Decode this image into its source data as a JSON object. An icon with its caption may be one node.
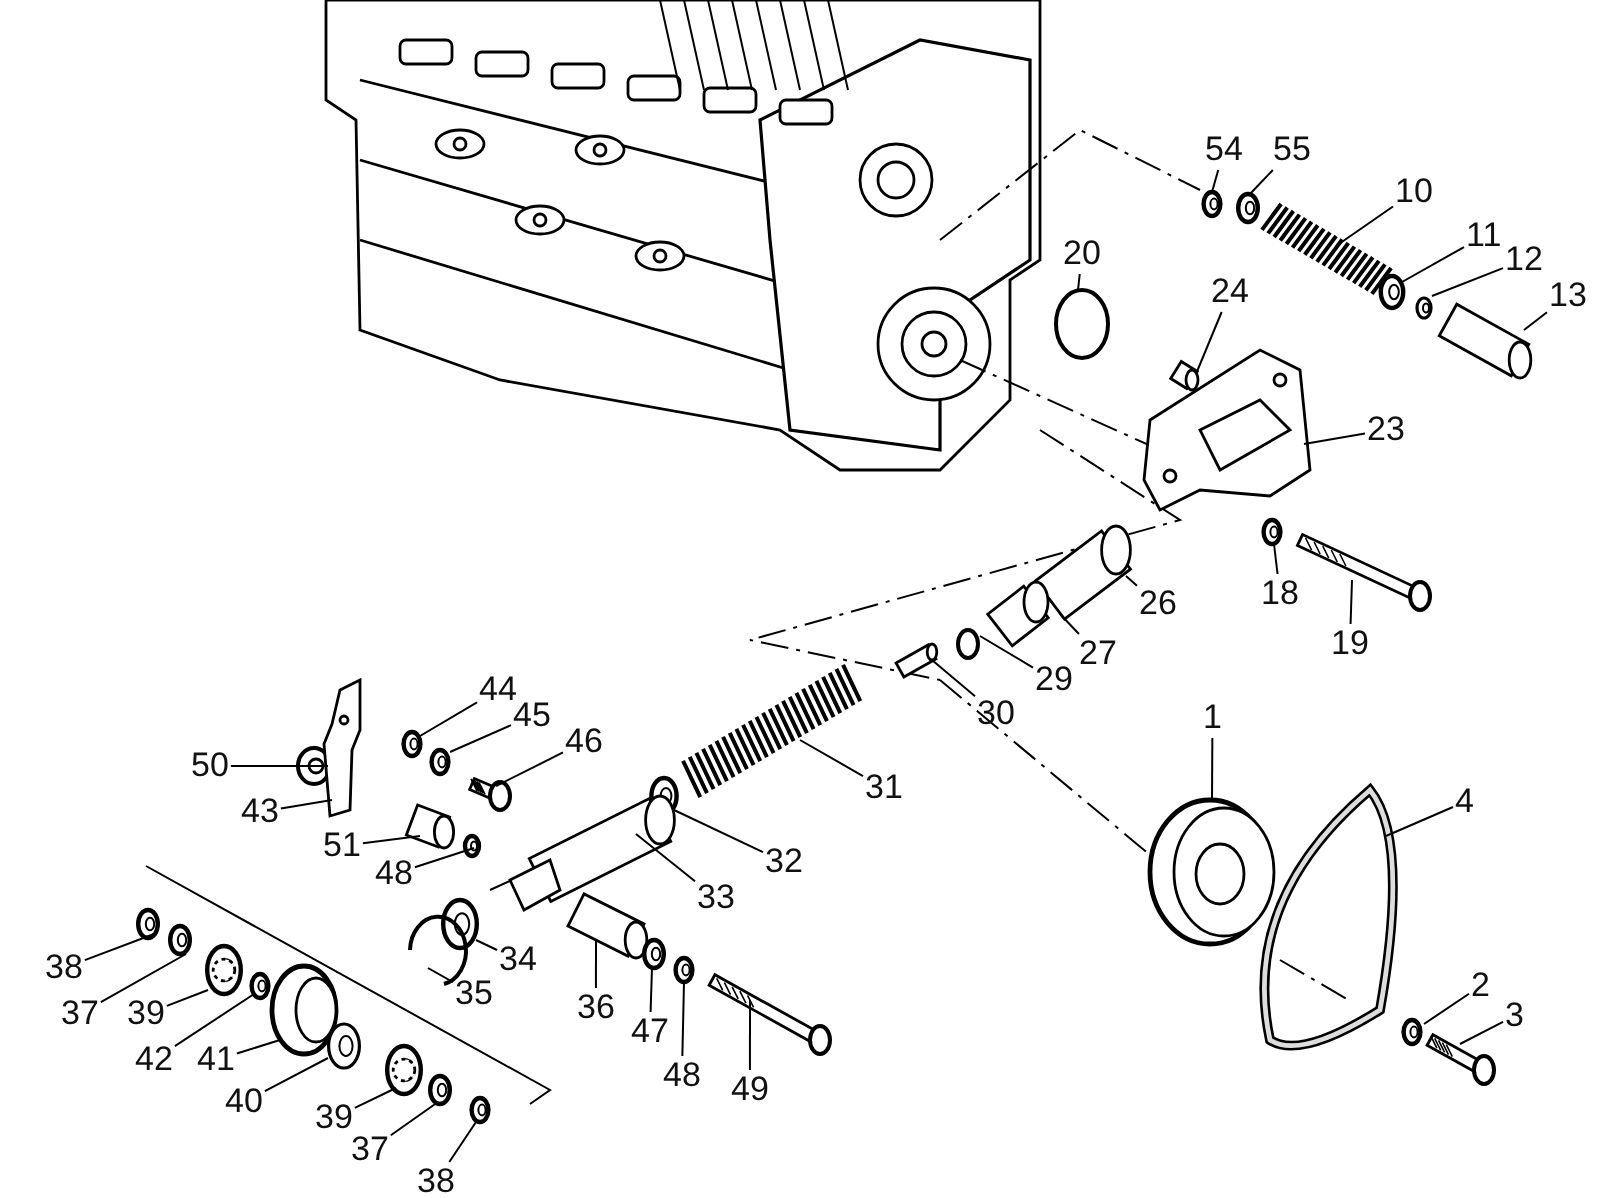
{
  "diagram": {
    "nodes": [
      {
        "text": [
          "54"
        ]
      },
      {
        "text": [
          "55"
        ]
      },
      {
        "text": [
          "10"
        ]
      },
      {
        "text": [
          "11"
        ]
      },
      {
        "text": [
          "12"
        ]
      },
      {
        "text": [
          "13"
        ]
      },
      {
        "text": [
          "20"
        ]
      },
      {
        "text": [
          "24"
        ]
      },
      {
        "text": [
          "23"
        ]
      },
      {
        "text": [
          "18"
        ]
      },
      {
        "text": [
          "26"
        ]
      },
      {
        "text": [
          "19"
        ]
      },
      {
        "text": [
          "27"
        ]
      },
      {
        "text": [
          "29"
        ]
      },
      {
        "text": [
          "44"
        ]
      },
      {
        "text": [
          "30"
        ]
      },
      {
        "text": [
          "45"
        ]
      },
      {
        "text": [
          "1"
        ]
      },
      {
        "text": [
          "46"
        ]
      },
      {
        "text": [
          "50"
        ]
      },
      {
        "text": [
          "31"
        ]
      },
      {
        "text": [
          "4"
        ]
      },
      {
        "text": [
          "43"
        ]
      },
      {
        "text": [
          "51"
        ]
      },
      {
        "text": [
          "32"
        ]
      },
      {
        "text": [
          "48"
        ]
      },
      {
        "text": [
          "33"
        ]
      },
      {
        "text": [
          "34"
        ]
      },
      {
        "text": [
          "38"
        ]
      },
      {
        "text": [
          "35"
        ]
      },
      {
        "text": [
          "2"
        ]
      },
      {
        "text": [
          "36"
        ]
      },
      {
        "text": [
          "37"
        ]
      },
      {
        "text": [
          "39"
        ]
      },
      {
        "text": [
          "3"
        ]
      },
      {
        "text": [
          "47"
        ]
      },
      {
        "text": [
          "42"
        ]
      },
      {
        "text": [
          "41"
        ]
      },
      {
        "text": [
          "48"
        ]
      },
      {
        "text": [
          "49"
        ]
      },
      {
        "text": [
          "40"
        ]
      },
      {
        "text": [
          "39"
        ]
      },
      {
        "text": [
          "37"
        ]
      },
      {
        "text": [
          "38"
        ]
      },
      {
        "text": [],
        "shape": "washer"
      },
      {
        "text": [],
        "shape": "washer"
      },
      {
        "text": [],
        "shape": "spring"
      },
      {
        "text": [],
        "shape": "washer"
      },
      {
        "text": [],
        "shape": "circlip"
      },
      {
        "text": [],
        "shape": "sleeve"
      },
      {
        "text": [],
        "shape": "circle"
      },
      {
        "text": [],
        "shape": "plug"
      },
      {
        "text": [],
        "shape": "housing"
      },
      {
        "text": [],
        "shape": "washer"
      },
      {
        "text": [],
        "shape": "bushing"
      },
      {
        "text": [],
        "shape": "bolt"
      },
      {
        "text": [],
        "shape": "bushing"
      },
      {
        "text": [],
        "shape": "circle"
      },
      {
        "text": [],
        "shape": "washer"
      },
      {
        "text": [],
        "shape": "pin"
      },
      {
        "text": [],
        "shape": "washer"
      },
      {
        "text": [],
        "shape": "pulley"
      },
      {
        "text": [],
        "shape": "bolt"
      },
      {
        "text": [],
        "shape": "nut"
      },
      {
        "text": [],
        "shape": "spring"
      },
      {
        "text": [],
        "shape": "belt"
      },
      {
        "text": [],
        "shape": "lever"
      },
      {
        "text": [],
        "shape": "bushing"
      },
      {
        "text": [],
        "shape": "washer"
      },
      {
        "text": [],
        "shape": "washer"
      },
      {
        "text": [],
        "shape": "shaft"
      },
      {
        "text": [],
        "shape": "seal"
      },
      {
        "text": [],
        "shape": "washer"
      },
      {
        "text": [],
        "shape": "circlip"
      },
      {
        "text": [],
        "shape": "washer"
      },
      {
        "text": [],
        "shape": "bushing"
      },
      {
        "text": [],
        "shape": "washer"
      },
      {
        "text": [],
        "shape": "bearing"
      },
      {
        "text": [],
        "shape": "bolt"
      },
      {
        "text": [],
        "shape": "washer"
      },
      {
        "text": [],
        "shape": "washer"
      },
      {
        "text": [],
        "shape": "roller"
      },
      {
        "text": [],
        "shape": "washer"
      },
      {
        "text": [],
        "shape": "bolt"
      },
      {
        "text": [],
        "shape": "circlip"
      },
      {
        "text": [],
        "shape": "bearing"
      },
      {
        "text": [],
        "shape": "washer"
      },
      {
        "text": [],
        "shape": "washer"
      }
    ],
    "edges": [
      {
        "from": 0,
        "to": 44,
        "arrow": "none"
      },
      {
        "from": 1,
        "to": 45,
        "arrow": "none"
      },
      {
        "from": 2,
        "to": 46,
        "arrow": "none"
      },
      {
        "from": 3,
        "to": 47,
        "arrow": "none"
      },
      {
        "from": 4,
        "to": 48,
        "arrow": "none"
      },
      {
        "from": 5,
        "to": 49,
        "arrow": "none"
      },
      {
        "from": 6,
        "to": 50,
        "arrow": "none"
      },
      {
        "from": 7,
        "to": 51,
        "arrow": "none"
      },
      {
        "from": 8,
        "to": 52,
        "arrow": "none"
      },
      {
        "from": 9,
        "to": 53,
        "arrow": "none"
      },
      {
        "from": 10,
        "to": 54,
        "arrow": "none"
      },
      {
        "from": 11,
        "to": 55,
        "arrow": "none"
      },
      {
        "from": 12,
        "to": 56,
        "arrow": "none"
      },
      {
        "from": 13,
        "to": 57,
        "arrow": "none"
      },
      {
        "from": 14,
        "to": 58,
        "arrow": "none"
      },
      {
        "from": 15,
        "to": 59,
        "arrow": "none"
      },
      {
        "from": 16,
        "to": 60,
        "arrow": "none"
      },
      {
        "from": 17,
        "to": 61,
        "arrow": "none"
      },
      {
        "from": 18,
        "to": 62,
        "arrow": "none"
      },
      {
        "from": 19,
        "to": 63,
        "arrow": "none"
      },
      {
        "from": 20,
        "to": 64,
        "arrow": "none"
      },
      {
        "from": 21,
        "to": 65,
        "arrow": "none"
      },
      {
        "from": 22,
        "to": 66,
        "arrow": "none"
      },
      {
        "from": 23,
        "to": 67,
        "arrow": "none"
      },
      {
        "from": 24,
        "to": 68,
        "arrow": "none"
      },
      {
        "from": 25,
        "to": 69,
        "arrow": "none"
      },
      {
        "from": 26,
        "to": 70,
        "arrow": "none"
      },
      {
        "from": 27,
        "to": 71,
        "arrow": "none"
      },
      {
        "from": 28,
        "to": 72,
        "arrow": "none"
      },
      {
        "from": 29,
        "to": 73,
        "arrow": "none"
      },
      {
        "from": 30,
        "to": 74,
        "arrow": "none"
      },
      {
        "from": 31,
        "to": 75,
        "arrow": "none"
      },
      {
        "from": 32,
        "to": 76,
        "arrow": "none"
      },
      {
        "from": 33,
        "to": 77,
        "arrow": "none"
      },
      {
        "from": 34,
        "to": 78,
        "arrow": "none"
      },
      {
        "from": 35,
        "to": 79,
        "arrow": "none"
      },
      {
        "from": 36,
        "to": 80,
        "arrow": "none"
      },
      {
        "from": 37,
        "to": 81,
        "arrow": "none"
      },
      {
        "from": 38,
        "to": 82,
        "arrow": "none"
      },
      {
        "from": 39,
        "to": 83,
        "arrow": "none"
      },
      {
        "from": 40,
        "to": 84,
        "arrow": "none"
      },
      {
        "from": 41,
        "to": 85,
        "arrow": "none"
      },
      {
        "from": 42,
        "to": 86,
        "arrow": "none"
      },
      {
        "from": 43,
        "to": 87,
        "arrow": "none"
      }
    ]
  }
}
